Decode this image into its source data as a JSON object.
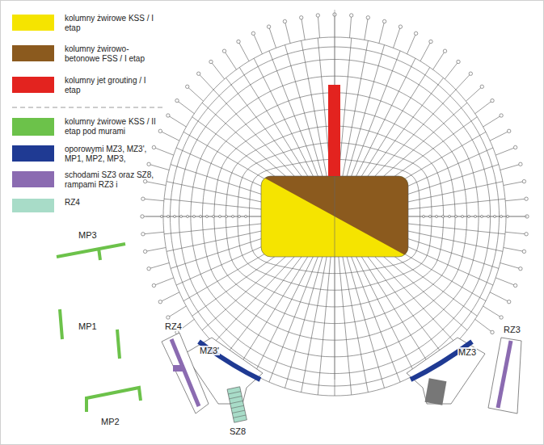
{
  "diagram": {
    "labels": [
      "MP3",
      "MP1",
      "MP2",
      "RZ4",
      "MZ3'",
      "SZ8",
      "MZ3",
      "RZ3"
    ],
    "legend": [
      {
        "text": "kolumny żwirowe KSS / I etap",
        "color": "#f5e400"
      },
      {
        "text": "kolumny żwirowo-betonowe FSS / I etap",
        "color": "#8b5a1e"
      },
      {
        "text": "kolumny jet grouting / I etap",
        "color": "#e3231f"
      },
      {
        "text": "kolumny żwirowe KSS / II etap pod murami",
        "color": "#6cc24a"
      },
      {
        "text": "oporowymi MZ3, MZ3', MP1, MP2, MP3,",
        "color": "#1f3a93"
      },
      {
        "text": "schodami SZ3 oraz SZ8, rampami RZ3 i",
        "color": "#8b6bb1"
      },
      {
        "text": "RZ4",
        "color": "#a8dcc8"
      }
    ]
  }
}
